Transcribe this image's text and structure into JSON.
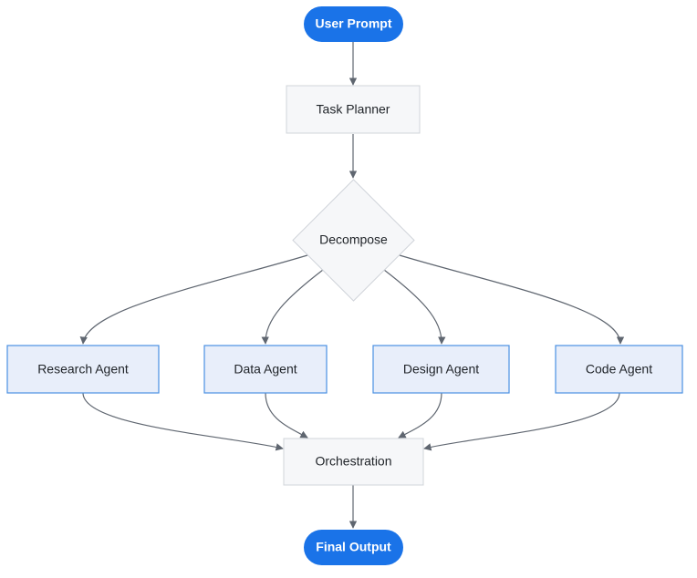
{
  "colors": {
    "pill_fill": "#1a73e8",
    "neutral_fill": "#f6f7f9",
    "neutral_stroke": "#d0d4da",
    "agent_fill": "#e8eefa",
    "agent_stroke": "#4a90e2",
    "edge": "#5f6670"
  },
  "nodes": {
    "user_prompt": "User Prompt",
    "task_planner": "Task Planner",
    "decompose": "Decompose",
    "research_agent": "Research Agent",
    "data_agent": "Data Agent",
    "design_agent": "Design Agent",
    "code_agent": "Code Agent",
    "orchestration": "Orchestration",
    "final_output": "Final Output"
  },
  "edges": [
    {
      "from": "User Prompt",
      "to": "Task Planner"
    },
    {
      "from": "Task Planner",
      "to": "Decompose"
    },
    {
      "from": "Decompose",
      "to": "Research Agent"
    },
    {
      "from": "Decompose",
      "to": "Data Agent"
    },
    {
      "from": "Decompose",
      "to": "Design Agent"
    },
    {
      "from": "Decompose",
      "to": "Code Agent"
    },
    {
      "from": "Research Agent",
      "to": "Orchestration"
    },
    {
      "from": "Data Agent",
      "to": "Orchestration"
    },
    {
      "from": "Design Agent",
      "to": "Orchestration"
    },
    {
      "from": "Code Agent",
      "to": "Orchestration"
    },
    {
      "from": "Orchestration",
      "to": "Final Output"
    }
  ]
}
